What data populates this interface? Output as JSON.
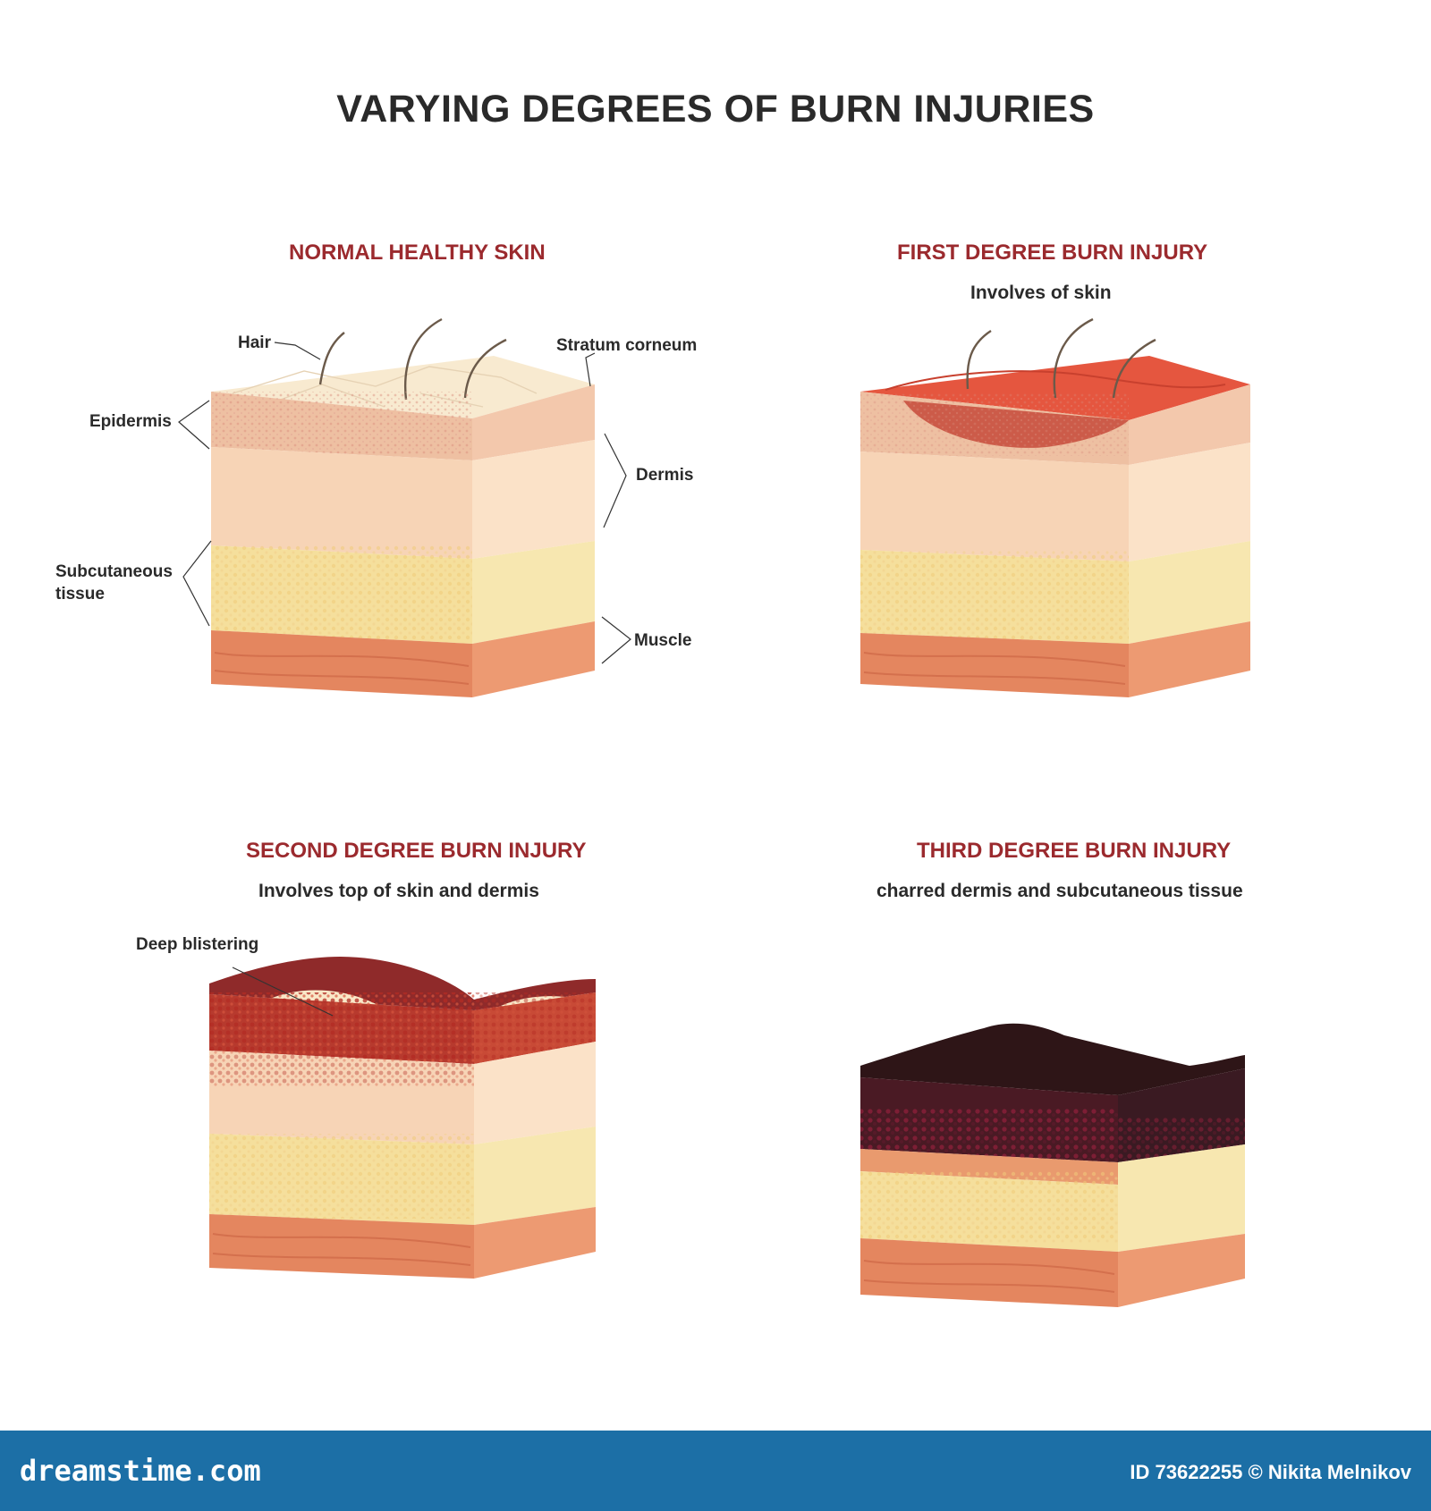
{
  "title": "VARYING DEGREES OF BURN INJURIES",
  "panels": [
    {
      "title": "NORMAL HEALTHY SKIN",
      "labels": {
        "hair": "Hair",
        "stratum_corneum": "Stratum corneum",
        "epidermis": "Epidermis",
        "dermis": "Dermis",
        "subcutaneous": [
          "Subcutaneous",
          "tissue"
        ],
        "muscle": "Muscle"
      }
    },
    {
      "title": "FIRST DEGREE BURN INJURY",
      "subtitle": "Involves of skin"
    },
    {
      "title": "SECOND DEGREE BURN INJURY",
      "subtitle": "Involves top of skin and dermis",
      "labels": {
        "blistering": "Deep blistering"
      }
    },
    {
      "title": "THIRD DEGREE BURN INJURY",
      "subtitle": "charred  dermis and subcutaneous tissue"
    }
  ],
  "footer": {
    "brand": "dreamstime.com",
    "credit": "ID 73622255 © Nikita Melnikov"
  },
  "colors": {
    "title_red": "#9b2a2e",
    "epidermis": "#eec0a2",
    "dermis": "#f7d4b6",
    "subcutaneous": "#f5df9c",
    "muscle": "#e4865f",
    "burn_red": "#d84c3a",
    "char": "#3a1a1c",
    "footer_blue": "#1c6fa6"
  }
}
